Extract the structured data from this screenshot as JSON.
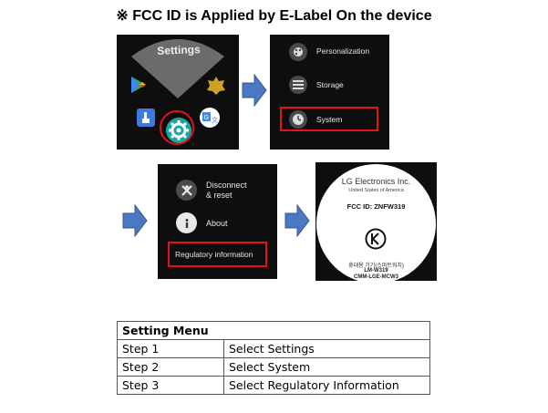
{
  "title": "※ FCC ID is Applied by E-Label On the device",
  "panel1": {
    "settings_label": "Settings",
    "icons": [
      "play-store-icon",
      "gear-badge-icon",
      "touch-icon",
      "translate-icon",
      "settings-gear-icon"
    ]
  },
  "panel2": {
    "items": [
      {
        "label": "Personalization",
        "icon": "palette-icon"
      },
      {
        "label": "Storage",
        "icon": "storage-list-icon"
      },
      {
        "label": "System",
        "icon": "clock-icon"
      }
    ]
  },
  "panel3": {
    "items": [
      {
        "label_line1": "Disconnect",
        "label_line2": "& reset",
        "icon": "disconnect-icon"
      },
      {
        "label": "About",
        "icon": "info-icon"
      },
      {
        "label": "Regulatory information"
      }
    ]
  },
  "panel4": {
    "brand": "LG Electronics Inc.",
    "country": "United States of America",
    "fcc_id": "FCC ID: ZNFW319",
    "kc_mark": "KC",
    "korean": "휴대용 기기(스마트워치)",
    "model": "LM-W319",
    "cert": "CMM-LGE-MCW3"
  },
  "table": {
    "header": "Setting Menu",
    "rows": [
      {
        "step": "Step 1",
        "action": "Select Settings"
      },
      {
        "step": "Step 2",
        "action": "Select System"
      },
      {
        "step": "Step 3",
        "action": "Select Regulatory Information"
      }
    ]
  },
  "colors": {
    "highlight": "#e3121b",
    "arrow": "#4a78c2",
    "panel_bg": "#0e0e0e"
  }
}
